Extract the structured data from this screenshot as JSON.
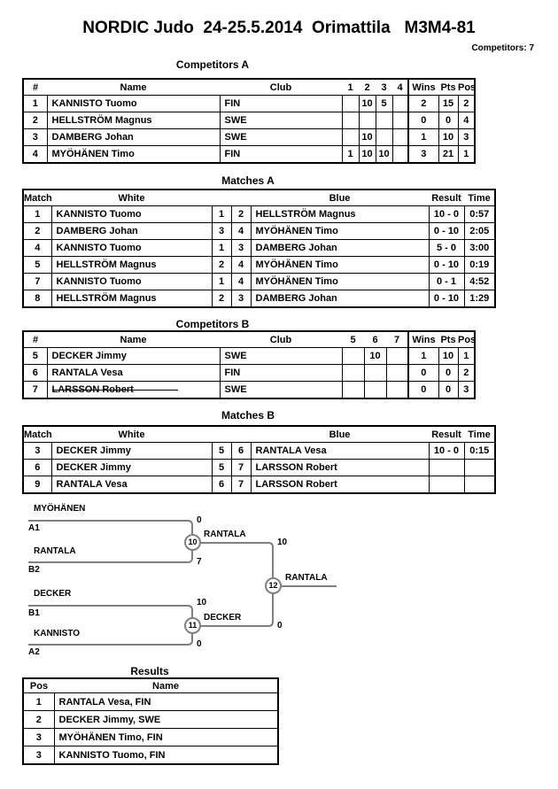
{
  "header": {
    "title": "NORDIC Judo  24-25.5.2014  Orimattila   M3M4-81",
    "competitors_count": "Competitors: 7"
  },
  "competitors_a": {
    "title": "Competitors A",
    "headers": {
      "num": "#",
      "name": "Name",
      "club": "Club",
      "c1": "1",
      "c2": "2",
      "c3": "3",
      "c4": "4",
      "wins": "Wins",
      "pts": "Pts",
      "pos": "Pos"
    },
    "rows": [
      {
        "num": "1",
        "name": "KANNISTO Tuomo",
        "club": "FIN",
        "c1": "",
        "c2": "10",
        "c3": "5",
        "c4": "",
        "wins": "2",
        "pts": "15",
        "pos": "2"
      },
      {
        "num": "2",
        "name": "HELLSTRÖM Magnus",
        "club": "SWE",
        "c1": "",
        "c2": "",
        "c3": "",
        "c4": "",
        "wins": "0",
        "pts": "0",
        "pos": "4"
      },
      {
        "num": "3",
        "name": "DAMBERG Johan",
        "club": "SWE",
        "c1": "",
        "c2": "10",
        "c3": "",
        "c4": "",
        "wins": "1",
        "pts": "10",
        "pos": "3"
      },
      {
        "num": "4",
        "name": "MYÖHÄNEN Timo",
        "club": "FIN",
        "c1": "1",
        "c2": "10",
        "c3": "10",
        "c4": "",
        "wins": "3",
        "pts": "21",
        "pos": "1"
      }
    ]
  },
  "matches_a": {
    "title": "Matches A",
    "headers": {
      "match": "Match",
      "white": "White",
      "blue": "Blue",
      "result": "Result",
      "time": "Time"
    },
    "rows": [
      {
        "match": "1",
        "white": "KANNISTO Tuomo",
        "wnum": "1",
        "bnum": "2",
        "blue": "HELLSTRÖM Magnus",
        "result": "10 - 0",
        "time": "0:57"
      },
      {
        "match": "2",
        "white": "DAMBERG Johan",
        "wnum": "3",
        "bnum": "4",
        "blue": "MYÖHÄNEN Timo",
        "result": "0 - 10",
        "time": "2:05"
      },
      {
        "match": "4",
        "white": "KANNISTO Tuomo",
        "wnum": "1",
        "bnum": "3",
        "blue": "DAMBERG Johan",
        "result": "5 - 0",
        "time": "3:00"
      },
      {
        "match": "5",
        "white": "HELLSTRÖM Magnus",
        "wnum": "2",
        "bnum": "4",
        "blue": "MYÖHÄNEN Timo",
        "result": "0 - 10",
        "time": "0:19"
      },
      {
        "match": "7",
        "white": "KANNISTO Tuomo",
        "wnum": "1",
        "bnum": "4",
        "blue": "MYÖHÄNEN Timo",
        "result": "0 - 1",
        "time": "4:52"
      },
      {
        "match": "8",
        "white": "HELLSTRÖM Magnus",
        "wnum": "2",
        "bnum": "3",
        "blue": "DAMBERG Johan",
        "result": "0 - 10",
        "time": "1:29"
      }
    ]
  },
  "competitors_b": {
    "title": "Competitors B",
    "headers": {
      "num": "#",
      "name": "Name",
      "club": "Club",
      "c1": "5",
      "c2": "6",
      "c3": "7",
      "wins": "Wins",
      "pts": "Pts",
      "pos": "Pos"
    },
    "rows": [
      {
        "num": "5",
        "name": "DECKER Jimmy",
        "club": "SWE",
        "c1": "",
        "c2": "10",
        "c3": "",
        "wins": "1",
        "pts": "10",
        "pos": "1"
      },
      {
        "num": "6",
        "name": "RANTALA Vesa",
        "club": "FIN",
        "c1": "",
        "c2": "",
        "c3": "",
        "wins": "0",
        "pts": "0",
        "pos": "2"
      },
      {
        "num": "7",
        "name": "LARSSON Robert",
        "club": "SWE",
        "c1": "",
        "c2": "",
        "c3": "",
        "wins": "0",
        "pts": "0",
        "pos": "3"
      }
    ]
  },
  "matches_b": {
    "title": "Matches B",
    "headers": {
      "match": "Match",
      "white": "White",
      "blue": "Blue",
      "result": "Result",
      "time": "Time"
    },
    "rows": [
      {
        "match": "3",
        "white": "DECKER Jimmy",
        "wnum": "5",
        "bnum": "6",
        "blue": "RANTALA Vesa",
        "result": "10 - 0",
        "time": "0:15"
      },
      {
        "match": "6",
        "white": "DECKER Jimmy",
        "wnum": "5",
        "bnum": "7",
        "blue": "LARSSON Robert",
        "result": "",
        "time": ""
      },
      {
        "match": "9",
        "white": "RANTALA Vesa",
        "wnum": "6",
        "bnum": "7",
        "blue": "LARSSON Robert",
        "result": "",
        "time": ""
      }
    ]
  },
  "bracket": {
    "sf1": {
      "top_name": "MYÖHÄNEN",
      "top_seed": "A1",
      "top_score": "0",
      "bottom_name": "RANTALA",
      "bottom_seed": "B2",
      "bottom_score": "7",
      "match_no": "10",
      "winner": "RANTALA",
      "winner_score": "10"
    },
    "sf2": {
      "top_name": "DECKER",
      "top_seed": "B1",
      "top_score": "10",
      "bottom_name": "KANNISTO",
      "bottom_seed": "A2",
      "bottom_score": "0",
      "match_no": "11",
      "winner": "DECKER",
      "winner_score": "0"
    },
    "final": {
      "match_no": "12",
      "winner": "RANTALA"
    }
  },
  "results": {
    "title": "Results",
    "headers": {
      "pos": "Pos",
      "name": "Name"
    },
    "rows": [
      {
        "pos": "1",
        "name": "RANTALA Vesa, FIN"
      },
      {
        "pos": "2",
        "name": "DECKER Jimmy, SWE"
      },
      {
        "pos": "3",
        "name": "MYÖHÄNEN Timo, FIN"
      },
      {
        "pos": "3",
        "name": "KANNISTO Tuomo, FIN"
      }
    ]
  },
  "colors": {
    "bracket_line": "#808080",
    "text": "#000000",
    "background": "#ffffff"
  }
}
